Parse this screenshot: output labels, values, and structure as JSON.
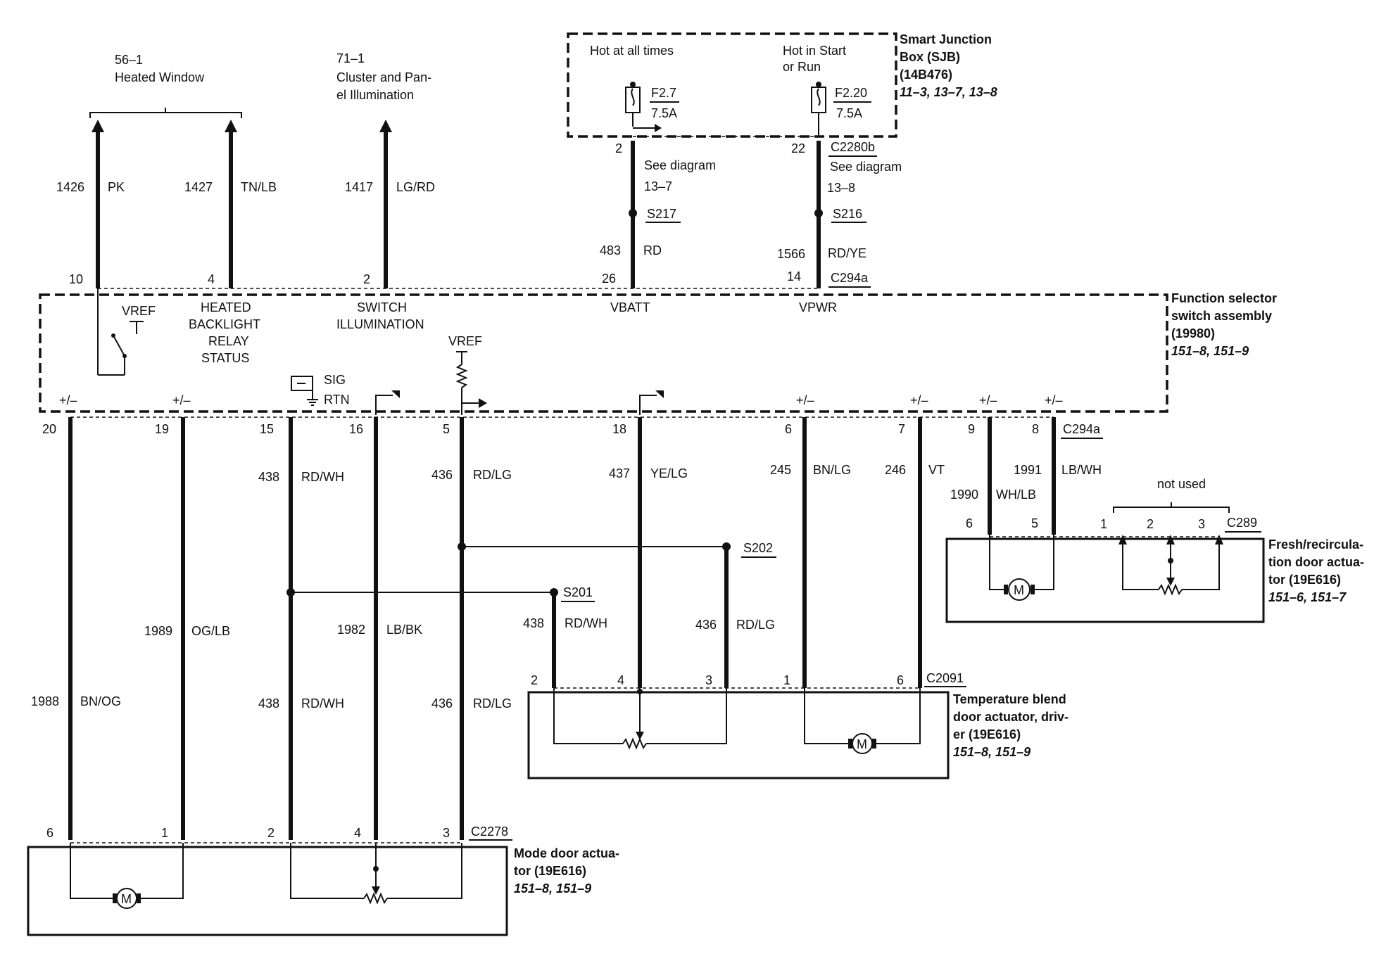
{
  "sjb": {
    "title_lines": [
      "Smart Junction",
      "Box (SJB)",
      "(14B476)"
    ],
    "refs": "11–3, 13–7, 13–8",
    "hot_all_times": "Hot at all times",
    "hot_start_lines": [
      "Hot in Start",
      "or Run"
    ],
    "fuses": [
      {
        "id": "F2.7",
        "rating": "7.5A",
        "pin": "2"
      },
      {
        "id": "F2.20",
        "rating": "7.5A",
        "pin": "22"
      }
    ],
    "connector": "C2280b"
  },
  "sjb_feeds": [
    {
      "see": "See diagram",
      "ref": "13–7",
      "splice": "S217",
      "circuit": "483",
      "color": "RD",
      "pin": "26",
      "label": "VBATT"
    },
    {
      "see": "See diagram",
      "ref": "13–8",
      "splice": "S216",
      "circuit": "1566",
      "color": "RD/YE",
      "pin": "14",
      "label": "VPWR"
    }
  ],
  "top_refs": [
    {
      "num": "56–1",
      "name_lines": [
        "Heated Window"
      ]
    },
    {
      "num": "71–1",
      "name_lines": [
        "Cluster and Pan-",
        "el Illumination"
      ]
    }
  ],
  "top_wires": [
    {
      "circuit": "1426",
      "color": "PK",
      "pin": "10"
    },
    {
      "circuit": "1427",
      "color": "TN/LB",
      "pin": "4"
    },
    {
      "circuit": "1417",
      "color": "LG/RD",
      "pin": "2"
    }
  ],
  "fss": {
    "title_lines": [
      "Function selector",
      "switch assembly",
      "(19980)"
    ],
    "refs": "151–8, 151–9",
    "top_connector": "C294a",
    "bottom_connector": "C294a",
    "vref": "VREF",
    "heated_backlight_lines": [
      "HEATED",
      "BACKLIGHT",
      "RELAY",
      "STATUS"
    ],
    "switch_illum_lines": [
      "SWITCH",
      "ILLUMINATION"
    ],
    "sig_rtn_lines": [
      "SIG",
      "RTN"
    ],
    "polarity": "+/–"
  },
  "bottom_wires": [
    {
      "pin": "20",
      "circuit": "1988",
      "color": "BN/OG",
      "end_pin": "6"
    },
    {
      "pin": "19",
      "circuit": "1989",
      "color": "OG/LB",
      "end_pin": "1"
    },
    {
      "pin": "15",
      "circuit": "438",
      "color": "RD/WH",
      "circuit2": "438",
      "color2": "RD/WH",
      "end_pin": "2"
    },
    {
      "pin": "16",
      "circuit": "1982",
      "color": "LB/BK",
      "end_pin": "4"
    },
    {
      "pin": "5",
      "circuit": "436",
      "color": "RD/LG",
      "circuit2": "436",
      "color2": "RD/LG",
      "end_pin": "3"
    },
    {
      "pin": "18",
      "circuit": "437",
      "color": "YE/LG",
      "end_pin": "4"
    },
    {
      "pin": "6",
      "circuit": "245",
      "color": "BN/LG",
      "end_pin": "1"
    },
    {
      "pin": "7",
      "circuit": "246",
      "color": "VT",
      "end_pin": "6"
    },
    {
      "pin": "9",
      "circuit": "1990",
      "color": "WH/LB",
      "end_pin": "6"
    },
    {
      "pin": "8",
      "circuit": "1991",
      "color": "LB/WH",
      "end_pin": "5"
    }
  ],
  "splices": [
    {
      "id": "S201",
      "circuit": "438",
      "color": "RD/WH",
      "end_pin": "2"
    },
    {
      "id": "S202",
      "circuit": "436",
      "color": "RD/LG",
      "end_pin": "3"
    }
  ],
  "mode_actuator": {
    "title_lines": [
      "Mode door actua-",
      "tor (19E616)"
    ],
    "refs": "151–8, 151–9",
    "connector": "C2278"
  },
  "temp_actuator": {
    "title_lines": [
      "Temperature blend",
      "door actuator, driv-",
      "er (19E616)"
    ],
    "refs": "151–8, 151–9",
    "connector": "C2091"
  },
  "fresh_actuator": {
    "title_lines": [
      "Fresh/recircula-",
      "tion door actua-",
      "tor (19E616)"
    ],
    "refs": "151–6, 151–7",
    "connector": "C289",
    "not_used": "not used",
    "unused_pins": [
      "1",
      "2",
      "3"
    ]
  },
  "motor_label": "M"
}
